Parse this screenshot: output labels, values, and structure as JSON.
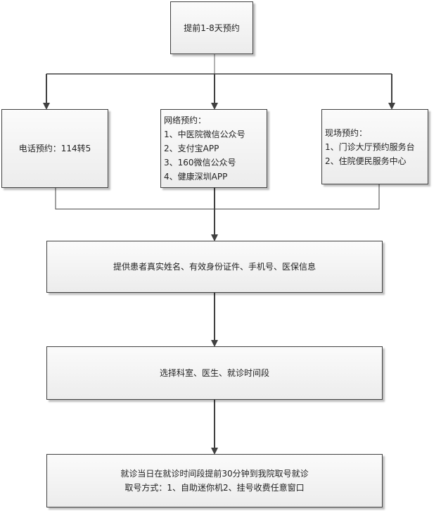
{
  "start": {
    "label": "提前1-8天预约"
  },
  "channels": {
    "phone": {
      "label": "电话预约：114转5"
    },
    "online": {
      "title": "网络预约：",
      "items": [
        "1、中医院微信公众号",
        "2、支付宝APP",
        "3、160微信公众号",
        "4、健康深圳APP"
      ]
    },
    "onsite": {
      "title": "现场预约：",
      "items": [
        "1、门诊大厅预约服务台",
        "2、住院便民服务中心"
      ]
    }
  },
  "steps": [
    {
      "lines": [
        "提供患者真实姓名、有效身份证件、手机号、医保信息"
      ]
    },
    {
      "lines": [
        "选择科室、医生、就诊时间段"
      ]
    },
    {
      "lines": [
        "就诊当日在就诊时间段提前30分钟到我院取号就诊",
        "取号方式：1、自助迷你机2、挂号收费任意窗口"
      ]
    }
  ]
}
